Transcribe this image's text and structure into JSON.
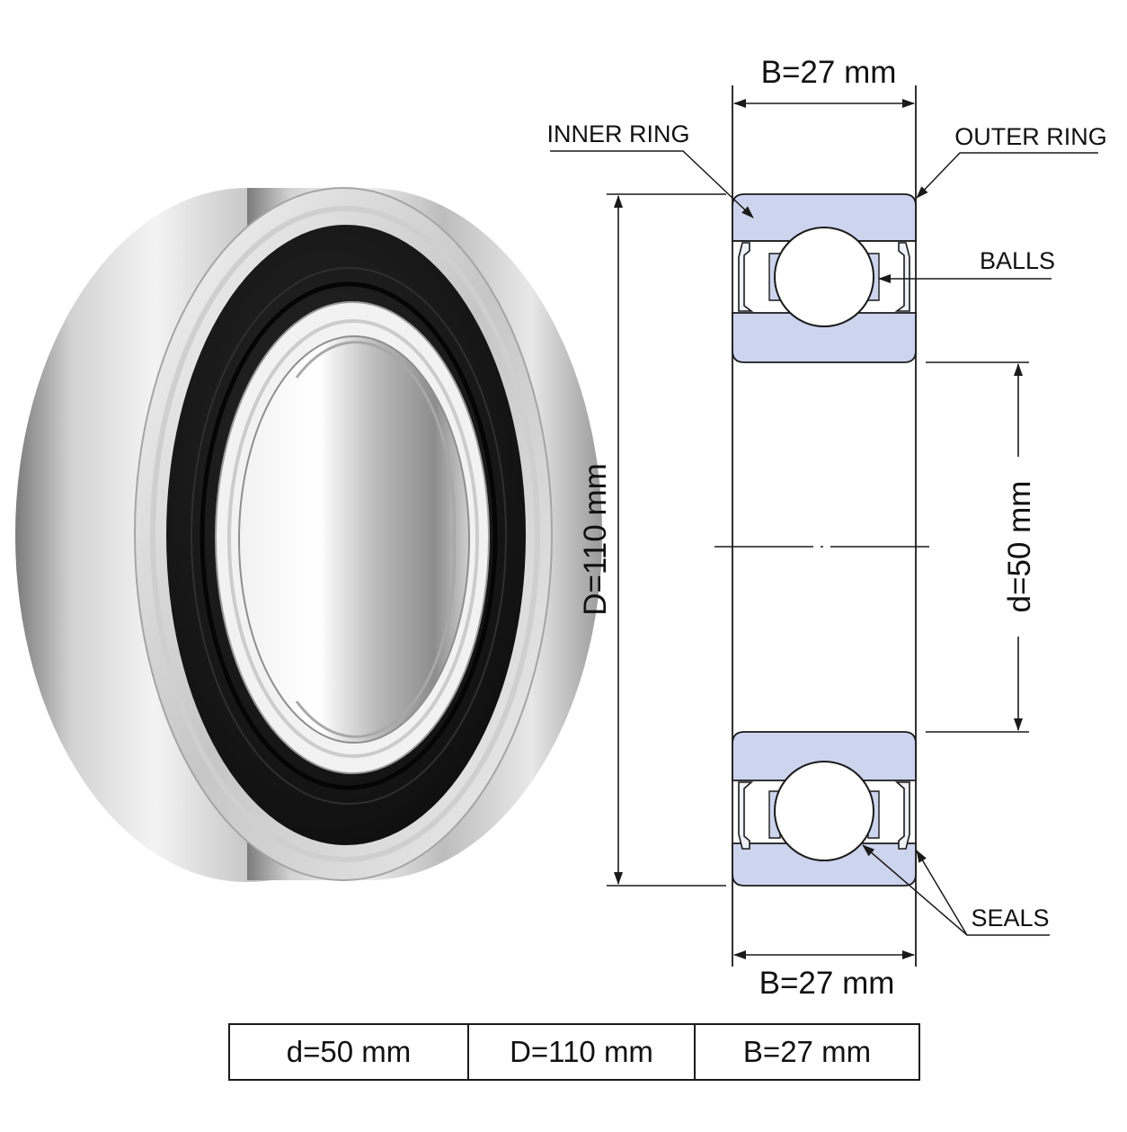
{
  "diagram": {
    "width_top": "B=27 mm",
    "width_bottom": "B=27 mm",
    "outer_diameter": "D=110 mm",
    "bore_diameter": "d=50 mm",
    "callouts": {
      "inner_ring": "INNER RING",
      "outer_ring": "OUTER RING",
      "balls": "BALLS",
      "seals": "SEALS"
    },
    "colors": {
      "ring_fill": "#ccd4ee",
      "line": "#1a1a1a",
      "seal_black": "#161616",
      "steel_light": "#eeeeee",
      "steel_dark": "#8a8a8a"
    }
  },
  "spec_table": {
    "cells": [
      "d=50 mm",
      "D=110 mm",
      "B=27 mm"
    ]
  }
}
